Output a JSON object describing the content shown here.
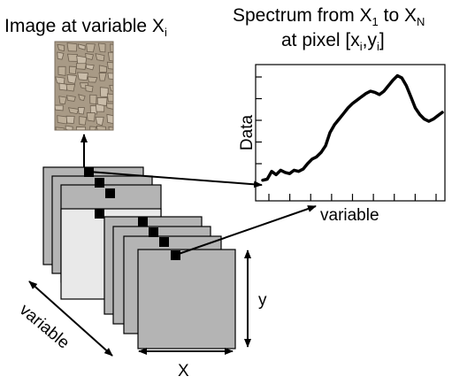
{
  "diagram": {
    "image_label": {
      "text": "Image at variable X",
      "sub": "i"
    },
    "spectrum_title_line1": {
      "text": "Spectrum from X",
      "sub1": "1",
      "mid": " to X",
      "sub2": "N"
    },
    "spectrum_title_line2": {
      "prefix": "at pixel [x",
      "sub1": "i",
      "mid": ",y",
      "sub2": "i",
      "suffix": "]"
    },
    "plot": {
      "ylabel": "Data",
      "xlabel": "variable"
    },
    "cube": {
      "axis_depth_label": "variable",
      "axis_x_label": "X",
      "axis_y_label": "y"
    }
  },
  "chart_data": {
    "type": "line",
    "title": "",
    "xlabel": "variable",
    "ylabel": "Data",
    "x": [
      0,
      1,
      2,
      3,
      4,
      5,
      6,
      7,
      8,
      9,
      10,
      11,
      12,
      13,
      14,
      15,
      16,
      17,
      18,
      19,
      20,
      21,
      22,
      23,
      24,
      25,
      26,
      27,
      28,
      29,
      30,
      31,
      32,
      33,
      34,
      35,
      36,
      37,
      38,
      39,
      40
    ],
    "series": [
      {
        "values": [
          0.05,
          0.06,
          0.13,
          0.1,
          0.14,
          0.12,
          0.11,
          0.14,
          0.13,
          0.15,
          0.2,
          0.24,
          0.26,
          0.3,
          0.36,
          0.48,
          0.55,
          0.6,
          0.65,
          0.7,
          0.74,
          0.77,
          0.8,
          0.83,
          0.85,
          0.84,
          0.82,
          0.85,
          0.9,
          0.95,
          0.99,
          0.97,
          0.9,
          0.8,
          0.7,
          0.64,
          0.6,
          0.58,
          0.6,
          0.63,
          0.66
        ]
      }
    ],
    "xlim": [
      0,
      40
    ],
    "ylim": [
      0,
      1.05
    ],
    "x_tick_count": 9,
    "y_tick_count": 5,
    "grid": false,
    "legend": "none"
  },
  "colors": {
    "frame_dark": "#b4b4b4",
    "frame_light": "#e9e9e9",
    "pixel": "#000000",
    "texture_base": "#a89a86",
    "texture_crack": "#6c5f4f",
    "texture_tile": "#c9bca9"
  }
}
